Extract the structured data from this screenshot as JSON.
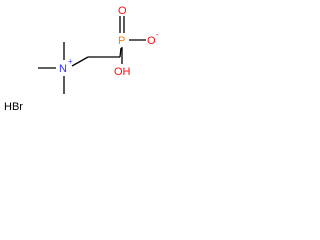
{
  "atoms": {
    "nitrogen": "N",
    "nitrogen_charge": "+",
    "phosphorus": "P",
    "oxygen_double": "O",
    "oxygen_anion": "O",
    "oxygen_anion_charge": "-",
    "hydroxyl": "OH"
  },
  "counter_ion": "HBr",
  "colors": {
    "carbon_bonds": "#000000",
    "nitrogen": "#3333ff",
    "phosphorus": "#ff8000",
    "oxygen": "#ff0d0d",
    "text": "#000000"
  }
}
